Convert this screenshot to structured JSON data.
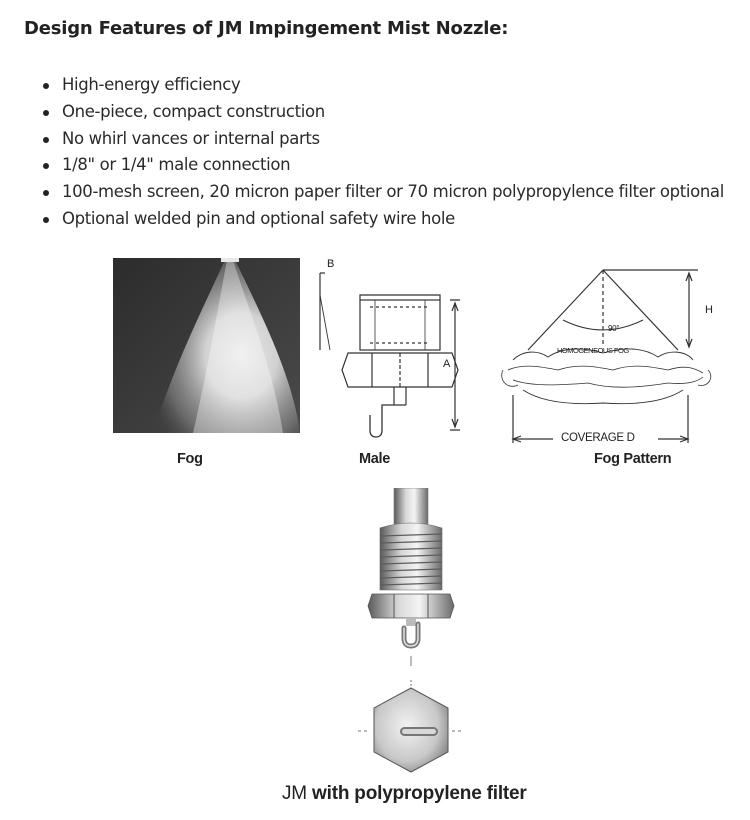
{
  "article": {
    "heading": "Design Features of JM Impingement  Mist Nozzle:",
    "features": [
      "High-energy efficiency",
      "One-piece, compact construction",
      "No whirl vances or internal parts",
      "1/8\" or 1/4\" male connection",
      "100-mesh screen, 20 micron paper filter or 70 micron polypropylence filter optional",
      "Optional welded pin and optional safety wire hole"
    ]
  },
  "figure": {
    "fog_caption": "Fog",
    "male_caption": "Male",
    "pattern_caption": "Fog Pattern",
    "male_dim_b": "B",
    "male_dim_a": "A",
    "pattern_dim_h": "H",
    "pattern_angle": "90°",
    "pattern_fog_label": "HOMOGENEOUS FOG",
    "pattern_coverage": "COVERAGE  D",
    "bottom_caption_prefix": "JM",
    "bottom_caption_main": "with polypropylene filter"
  }
}
